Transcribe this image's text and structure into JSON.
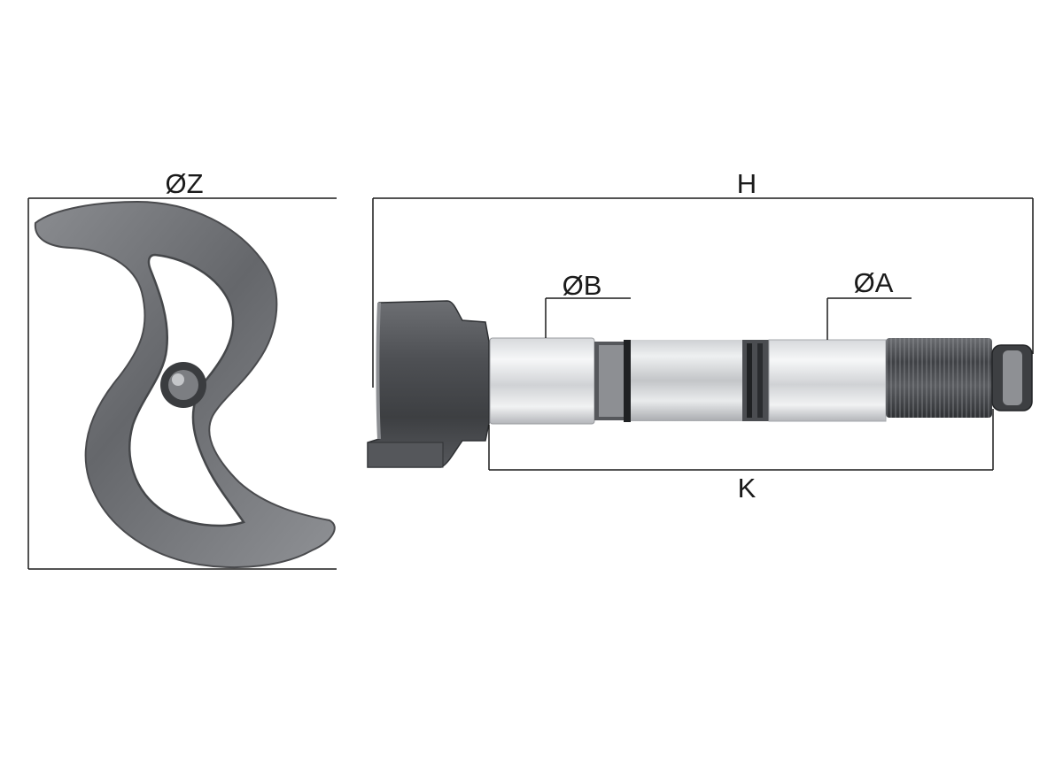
{
  "labels": {
    "dia_z": "ØZ",
    "length_h": "H",
    "dia_b": "ØB",
    "dia_a": "ØA",
    "length_k": "K"
  },
  "colors": {
    "line": "#1a1a1a",
    "steel_dark": "#4a4b4e",
    "steel_mid": "#7d7f83",
    "steel_light": "#c9cbcd",
    "shaft_bright": "#e6e7e9"
  },
  "parts": {
    "cam_head": "s-cam-icon",
    "shaft": "camshaft-icon"
  }
}
